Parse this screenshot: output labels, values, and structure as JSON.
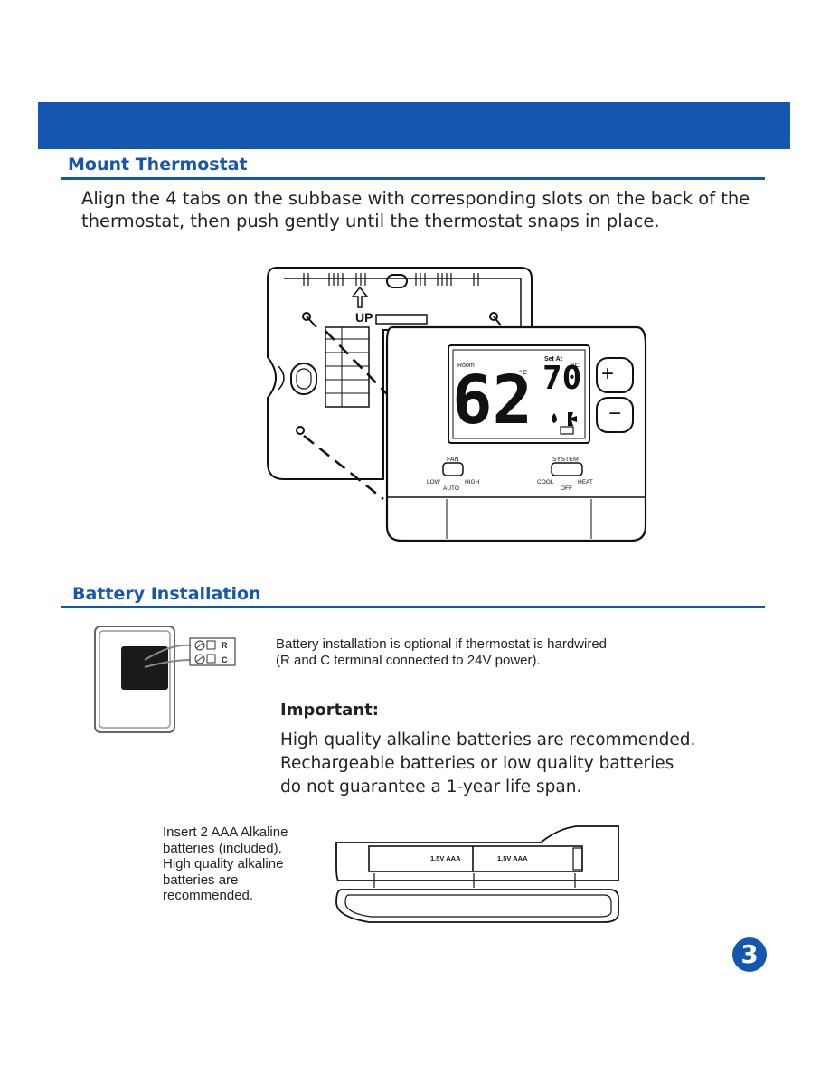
{
  "colors": {
    "accent": "#1557b0",
    "text": "#222222"
  },
  "mount": {
    "heading": "Mount Thermostat",
    "instructions": "Align the 4 tabs on the subbase with corresponding slots on the back of the thermostat, then push gently until the thermostat snaps in place."
  },
  "thermostat_figure": {
    "up_label": "UP",
    "room_label": "Room",
    "room_temp": "62",
    "setat_label": "Set At",
    "set_temp": "70",
    "unit": "°F",
    "fan_label": "FAN",
    "fan_low": "LOW",
    "fan_high": "HIGH",
    "fan_auto": "AUTO",
    "system_label": "SYSTEM",
    "system_cool": "COOL",
    "system_heat": "HEAT",
    "system_off": "OFF",
    "plus": "+",
    "minus": "−"
  },
  "terminal_figure": {
    "r": "R",
    "c": "C"
  },
  "battery": {
    "heading": "Battery Installation",
    "optional_note": "Battery installation is optional if thermostat is hardwired (R and C terminal connected to 24V power).",
    "important_title": "Important:",
    "important_lines": [
      "High quality alkaline batteries are recommended.",
      "Rechargeable batteries or low  quality  batteries",
      "do not guarantee a 1-year life span."
    ],
    "insert_note": "Insert 2 AAA Alkaline batteries (included). High quality alkaline batteries are recommended.",
    "cell_label_1": "1.5V AAA",
    "cell_label_2": "1.5V AAA"
  },
  "page_number": "3"
}
